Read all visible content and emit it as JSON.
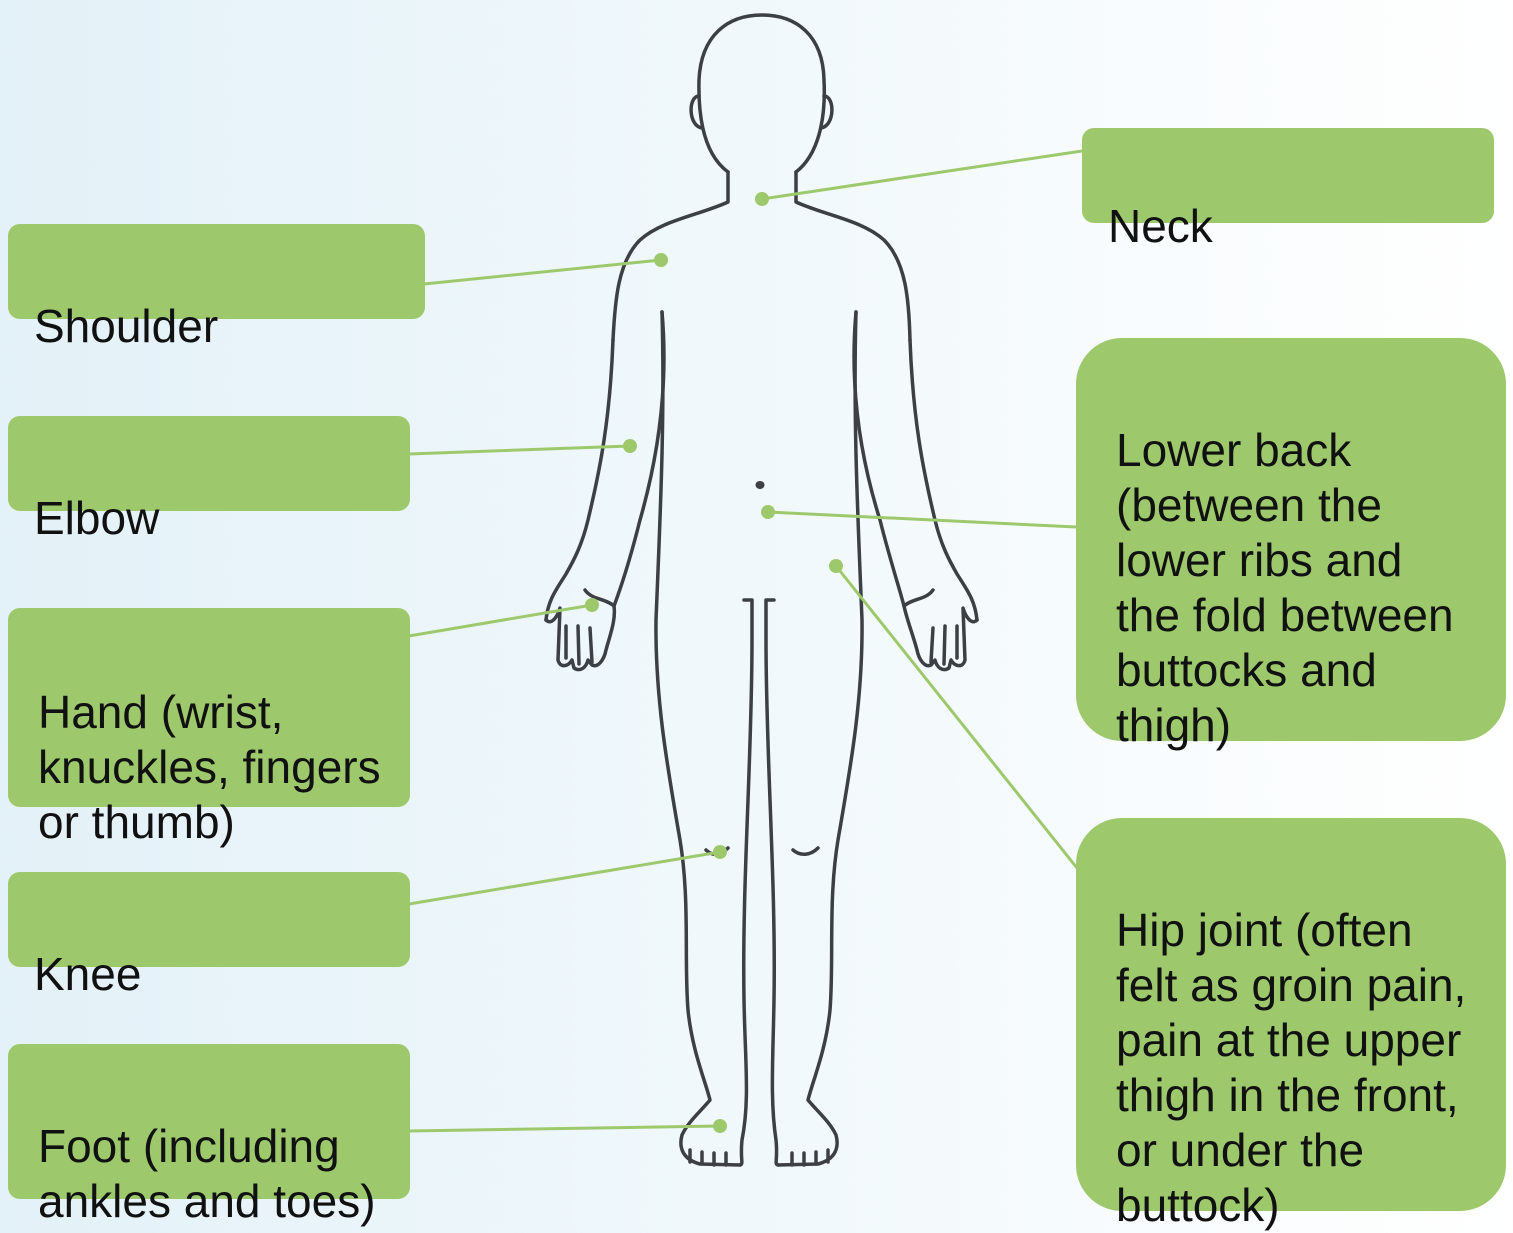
{
  "labels": {
    "shoulder": "Shoulder",
    "elbow": "Elbow",
    "hand": "Hand (wrist,\nknuckles, fingers\nor thumb)",
    "knee": "Knee",
    "foot": "Foot (including\nankles and toes)",
    "neck": "Neck",
    "lower_back": "Lower back\n(between the\nlower ribs and\nthe fold between\nbuttocks and\nthigh)",
    "hip": "Hip joint (often\nfelt as groin pain,\npain at the upper\nthigh in the front,\nor under the\nbuttock)"
  },
  "colors": {
    "label_fill": "#9dc96c",
    "leader_line": "#9dc96c",
    "body_outline": "#3c3f44"
  }
}
